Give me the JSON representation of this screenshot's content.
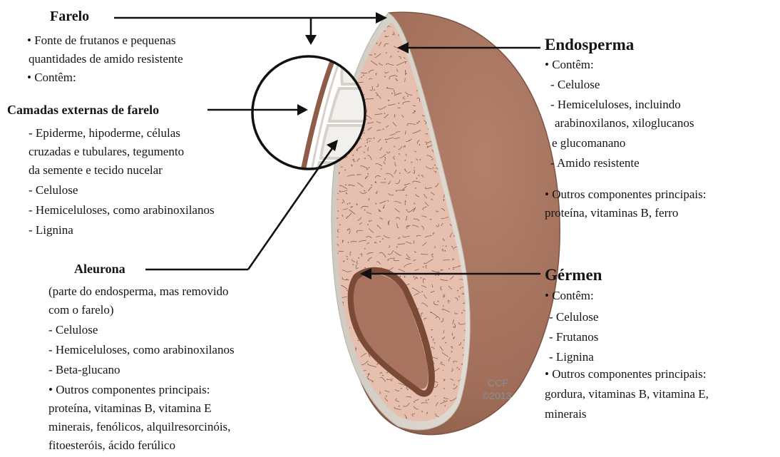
{
  "farelo": {
    "title": "Farelo",
    "lines": [
      "•  Fonte de frutanos e pequenas",
      "quantidades de amido resistente",
      "•  Contêm:"
    ]
  },
  "camadas": {
    "title": "Camadas externas de farelo",
    "lines": [
      "- Epiderme, hipoderme, células",
      "cruzadas e tubulares, tegumento",
      "da semente e tecido nucelar",
      "- Celulose",
      "- Hemiceluloses, como arabinoxilanos",
      "- Lignina"
    ]
  },
  "aleurona": {
    "title": "Aleurona",
    "lines": [
      "(parte do endosperma, mas removido",
      "com o farelo)",
      "- Celulose",
      "- Hemiceluloses, como arabinoxilanos",
      "- Beta-glucano",
      "•  Outros componentes principais:",
      "proteína, vitaminas B, vitamina E",
      "minerais, fenólicos, alquilresorcinóis,",
      "fitoesteróis, ácido ferúlico"
    ]
  },
  "endosperma": {
    "title": "Endosperma",
    "lines": [
      "•  Contêm:",
      " - Celulose",
      " - Hemiceluloses, incluindo",
      "arabinoxilanos, xiloglucanos",
      " e glucomanano",
      " - Amido resistente",
      "•  Outros componentes principais:",
      "proteína, vitaminas B, ferro"
    ]
  },
  "germen": {
    "title": "Gérmen",
    "lines": [
      "•  Contêm:",
      " - Celulose",
      " - Frutanos",
      " - Lignina",
      "•  Outros componentes principais:",
      "gordura, vitaminas B, vitamina E,",
      "minerais"
    ]
  },
  "credit": {
    "line1": "CCF",
    "line2": "©2013"
  },
  "colors": {
    "bran": "#a87862",
    "bran_dark": "#8a5a45",
    "endosperm": "#e8bfae",
    "crack": "#5a4438",
    "germ_outline": "#7a4a36",
    "cell_wall": "#d9d4cc"
  }
}
